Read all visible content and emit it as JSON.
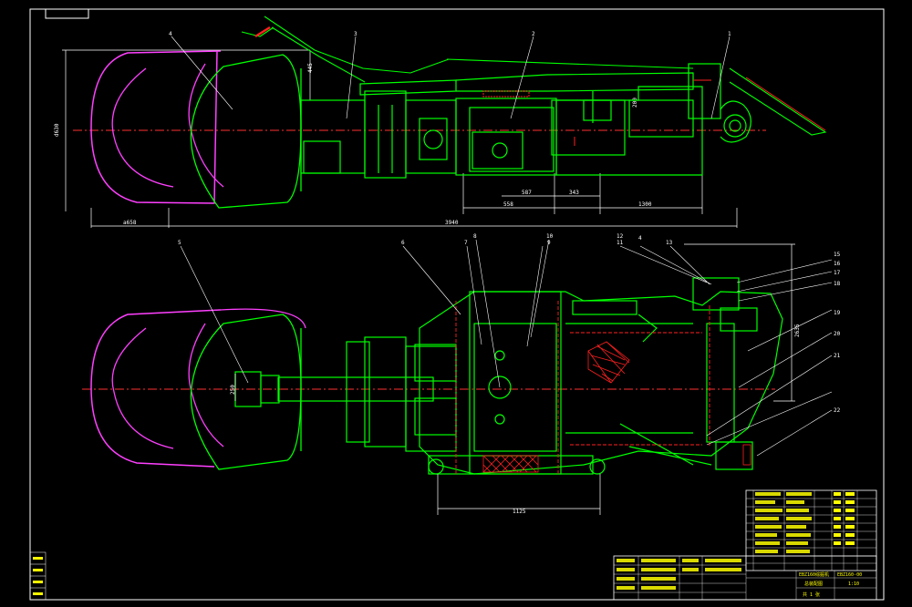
{
  "drawing": {
    "top_view_dims": {
      "d_top": "d630",
      "d_right": "445",
      "bottom_left": "a658",
      "overall": "3940",
      "mid_1": "587",
      "mid_2": "343",
      "mid_3": "558",
      "mid_4": "1300",
      "top_small": "200"
    },
    "bottom_view_dims": {
      "left_mid": "250",
      "bottom": "1125",
      "right": "2635"
    },
    "top_part_labels": [
      "4",
      "3",
      "2",
      "1"
    ],
    "bottom_part_labels": [
      "5",
      "6",
      "7",
      "8",
      "10",
      "9",
      "12",
      "11",
      "4",
      "13",
      "15",
      "16",
      "17",
      "18",
      "19",
      "20",
      "21",
      "22"
    ],
    "title_block": {
      "title": "EBZ160综掘机",
      "subtitle": "总装配图",
      "drawing_no": "EBZ160-00",
      "scale": "1:10",
      "sheet": "共 1 张"
    }
  },
  "colors": {
    "green": "#00ff00",
    "red": "#ff2020",
    "magenta": "#ff40ff",
    "white": "#ffffff",
    "yellow": "#ffff00"
  }
}
